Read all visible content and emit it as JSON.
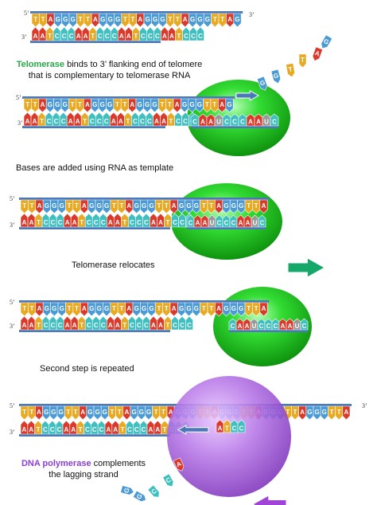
{
  "colors": {
    "T": "#e8a923",
    "A": "#d93a2b",
    "G": "#4a9ad6",
    "C": "#3fbfbf",
    "backbone": "#4a78b8",
    "enzyme_green": "#22cc22",
    "dna_pol_purple": "#b06ae0",
    "arrow_green": "#16a86a",
    "arrow_purple": "#a044d8",
    "telomerase_label": "#2aa84a",
    "dna_pol_label": "#8a3fd1"
  },
  "primes": {
    "five": "5’",
    "three": "3’"
  },
  "labels": {
    "step1_key": "Telomerase",
    "step1_rest": " binds to 3’ flanking end of telomere",
    "step1_line2": "that is complementary to telomerase RNA",
    "step2": "Bases are added using RNA as template",
    "step3": "Telomerase relocates",
    "step4": "Second step is repeated",
    "step5_key": "DNA polymerase",
    "step5_rest": " complements",
    "step5_line2": "the lagging strand"
  },
  "sequences": {
    "top_repeat": "TTAGGG",
    "bottom_repeat": "AATCCC",
    "rna_template": "CAAUCCCAAUC",
    "panel1_top": "TTAGGGTTAGGGTTAGGGTTAGGGTTAG",
    "panel1_bottom": "AATCCCAATCCCAATCCCAATCCC",
    "incoming_bases": "GGTTAG",
    "panel5_new_bases": "ATCC"
  },
  "panels": [
    {
      "id": "panel-1",
      "top_bases": 28,
      "bottom_bases": 24,
      "enzyme": "none"
    },
    {
      "id": "panel-2",
      "top_bases": 28,
      "bottom_bases": 24,
      "enzyme": "telomerase"
    },
    {
      "id": "panel-3",
      "top_bases": 33,
      "bottom_bases": 24,
      "enzyme": "telomerase"
    },
    {
      "id": "panel-4",
      "top_bases": 33,
      "bottom_bases": 24,
      "enzyme": "telomerase"
    },
    {
      "id": "panel-5",
      "top_bases": 45,
      "bottom_bases": 24,
      "enzyme": "dna-polymerase"
    }
  ]
}
